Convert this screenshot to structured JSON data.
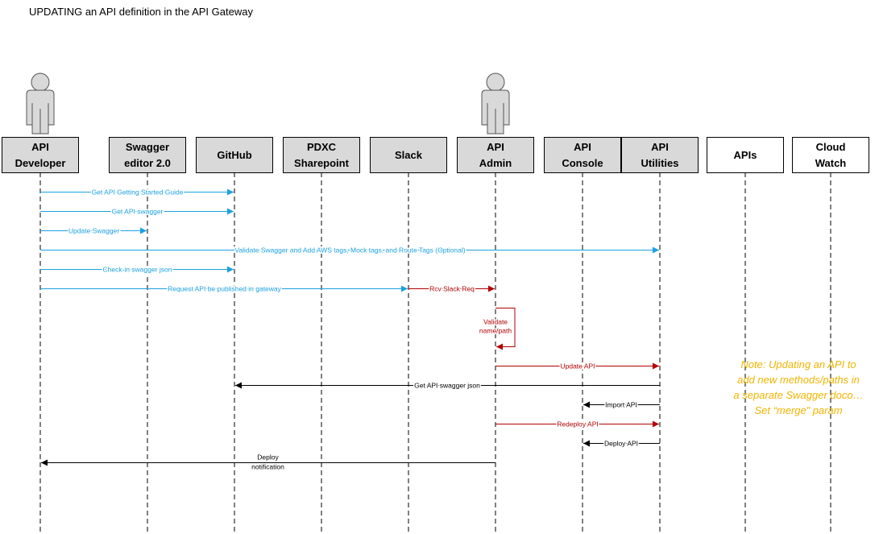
{
  "title": "UPDATING an API definition in the API Gateway",
  "colors": {
    "blue": "#1ba1e2",
    "red": "#b30000",
    "black": "#000000",
    "box_gray": "#d9d9d9",
    "note": "#f0b400"
  },
  "actors": [
    {
      "id": "api-developer",
      "lines": [
        "API",
        "Developer"
      ],
      "fill": "gray",
      "person_icon": true
    },
    {
      "id": "swagger-editor",
      "lines": [
        "Swagger",
        "editor 2.0"
      ],
      "fill": "gray",
      "person_icon": false
    },
    {
      "id": "github",
      "lines": [
        "GitHub"
      ],
      "fill": "gray",
      "person_icon": false
    },
    {
      "id": "pdxc-sharepoint",
      "lines": [
        "PDXC",
        "Sharepoint"
      ],
      "fill": "gray",
      "person_icon": false
    },
    {
      "id": "slack",
      "lines": [
        "Slack"
      ],
      "fill": "gray",
      "person_icon": false
    },
    {
      "id": "api-admin",
      "lines": [
        "API",
        "Admin"
      ],
      "fill": "gray",
      "person_icon": true
    },
    {
      "id": "api-console",
      "lines": [
        "API",
        "Console"
      ],
      "fill": "gray",
      "person_icon": false
    },
    {
      "id": "api-utilities",
      "lines": [
        "API",
        "Utilities"
      ],
      "fill": "gray",
      "person_icon": false
    },
    {
      "id": "apis",
      "lines": [
        "APIs"
      ],
      "fill": "white",
      "person_icon": false
    },
    {
      "id": "cloud-watch",
      "lines": [
        "Cloud",
        "Watch"
      ],
      "fill": "white",
      "person_icon": false
    }
  ],
  "messages": [
    {
      "from": 0,
      "to": 2,
      "label": "Get API Getting Started Guide",
      "color": "blue"
    },
    {
      "from": 0,
      "to": 2,
      "label": "Get API swagger",
      "color": "blue"
    },
    {
      "from": 0,
      "to": 1,
      "label": "Update Swagger",
      "color": "blue"
    },
    {
      "from": 0,
      "to": 7,
      "label": "Validate Swagger and Add AWS tags, Mock tags, and Route Tags (Optional)",
      "color": "blue"
    },
    {
      "from": 0,
      "to": 2,
      "label": "Check-in swagger json",
      "color": "blue"
    },
    {
      "from": 0,
      "to": 4,
      "label": "Request API be published in gateway",
      "color": "blue"
    },
    {
      "from": 4,
      "to": 5,
      "label": "Rcv Slack Req",
      "color": "red"
    },
    {
      "from": 5,
      "to": 5,
      "label_lines": [
        "Validate",
        "name/path"
      ],
      "color": "red",
      "self": true
    },
    {
      "from": 5,
      "to": 7,
      "label": "Update API",
      "color": "red"
    },
    {
      "from": 7,
      "to": 2,
      "label": "Get API swagger json",
      "color": "black"
    },
    {
      "from": 7,
      "to": 6,
      "label": "Import API",
      "color": "black"
    },
    {
      "from": 5,
      "to": 7,
      "label": "Redeploy API",
      "color": "red"
    },
    {
      "from": 7,
      "to": 6,
      "label": "Deploy API",
      "color": "black"
    },
    {
      "from": 5,
      "to": 0,
      "label_lines": [
        "Deploy",
        "notification"
      ],
      "color": "black"
    }
  ],
  "note": {
    "lines": [
      "Note: Updating an API to",
      "add new methods/paths in",
      "a separate Swagger doco…",
      "Set “merge” param"
    ]
  }
}
